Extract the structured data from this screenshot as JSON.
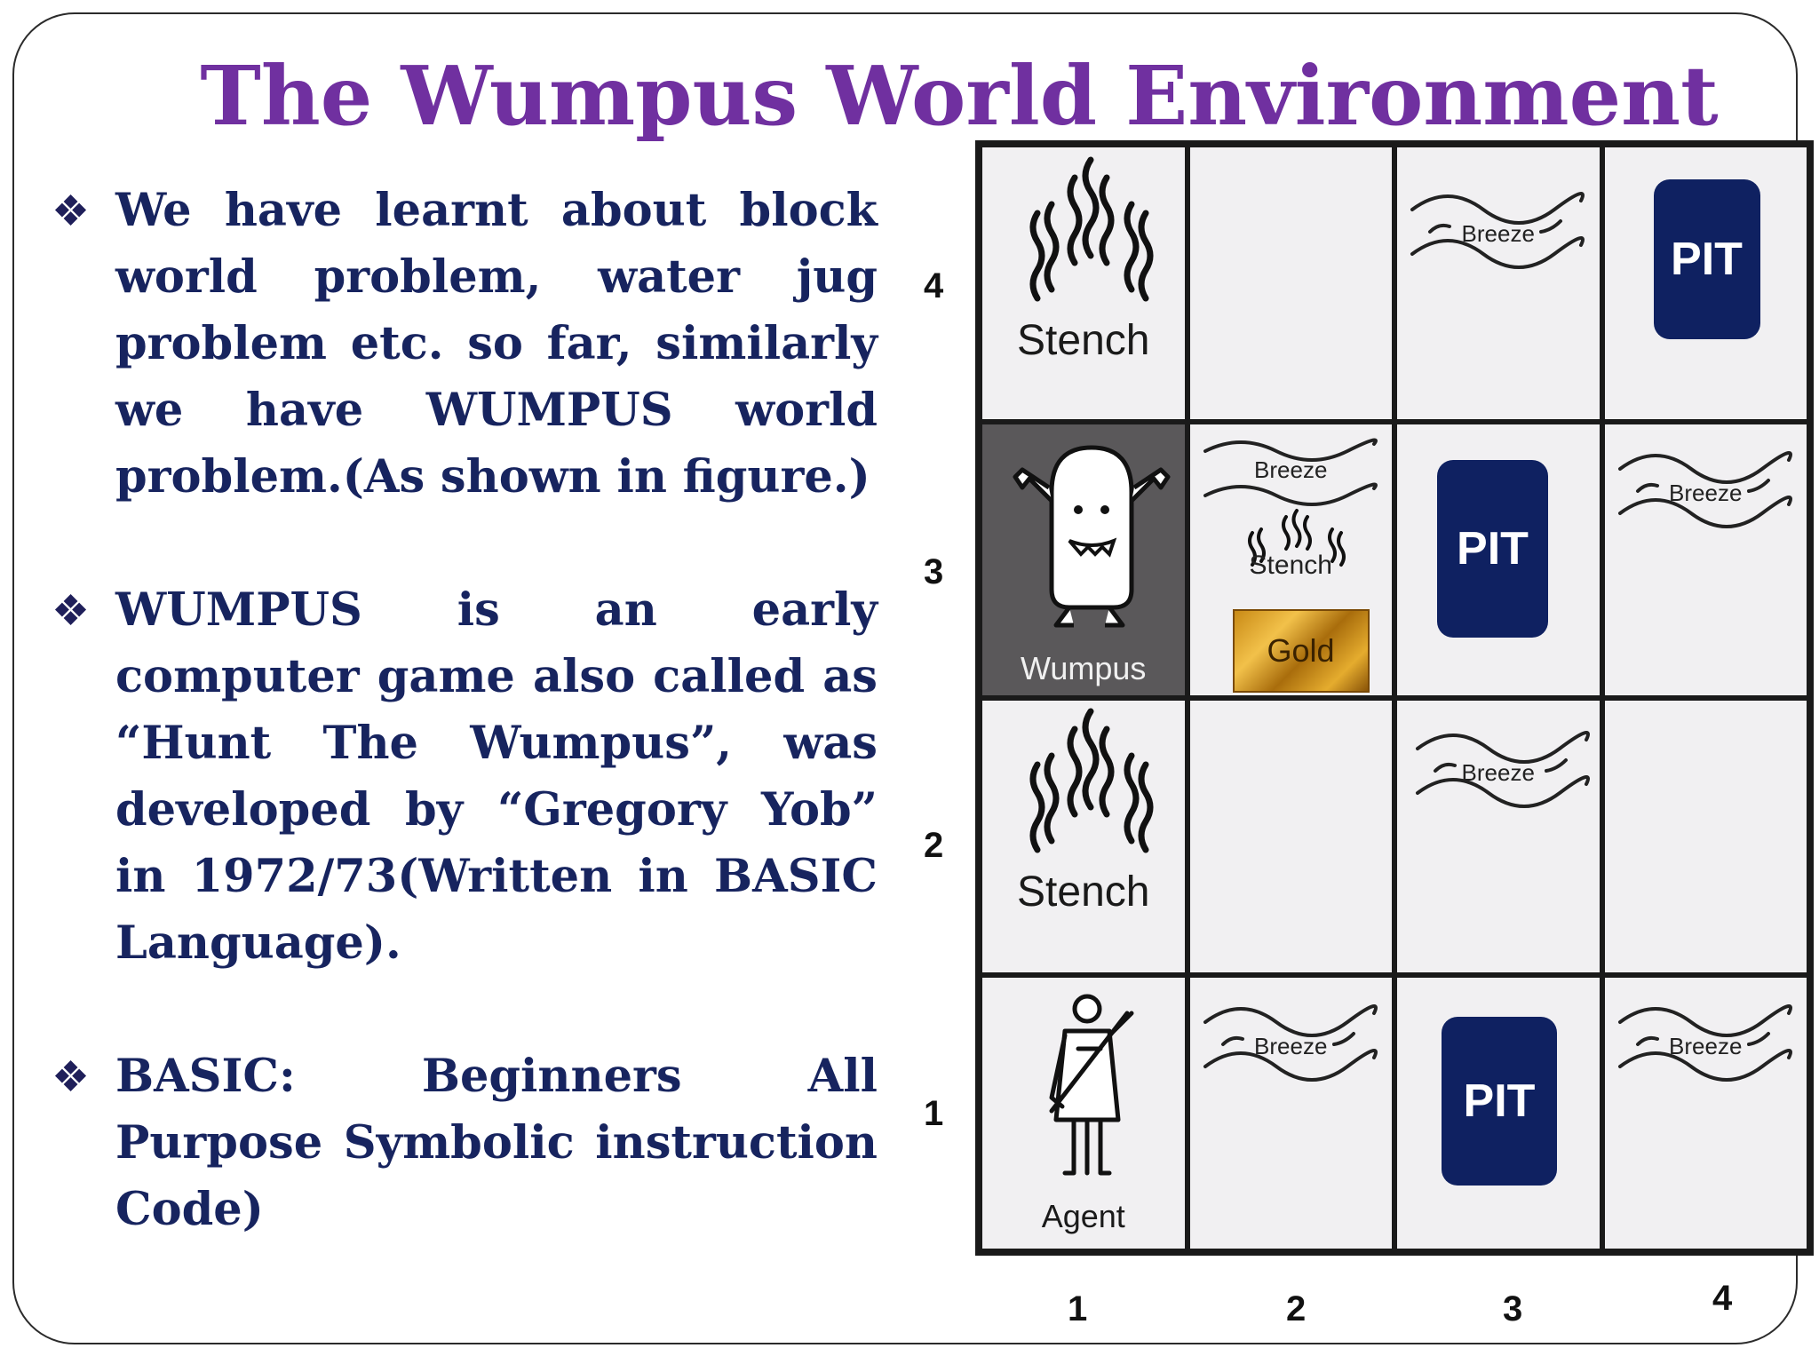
{
  "slide": {
    "title": "The Wumpus World Environment",
    "bullet_icon": "diamond-quad-icon",
    "bullets": [
      "We have learnt about block world problem, water jug problem etc. so far, similarly we have WUMPUS world problem.(As shown in figure.)",
      "WUMPUS is an early computer game also called as “Hunt The Wumpus”, was developed by “Gregory Yob” in 1972/73(Written in BASIC Language).",
      "BASIC: Beginners All Purpose Symbolic instruction Code)"
    ]
  },
  "figure": {
    "row_labels": [
      "4",
      "3",
      "2",
      "1"
    ],
    "col_labels": [
      "1",
      "2",
      "3",
      "4"
    ],
    "cells": {
      "r4c1": "Stench",
      "r4c3": "Breeze",
      "r4c4": "PIT",
      "r3c1": "Wumpus",
      "r3c2_breeze": "Breeze",
      "r3c2_stench": "Stench",
      "r3c2_gold": "Gold",
      "r3c3": "PIT",
      "r3c4": "Breeze",
      "r2c1": "Stench",
      "r2c3": "Breeze",
      "r1c1": "Agent",
      "r1c2": "Breeze",
      "r1c3": "PIT",
      "r1c4": "Breeze"
    },
    "colors": {
      "title": "#7030a0",
      "body_text": "#17245f",
      "pit": "#0f2161",
      "wumpus_cell": "#5a585a"
    }
  }
}
